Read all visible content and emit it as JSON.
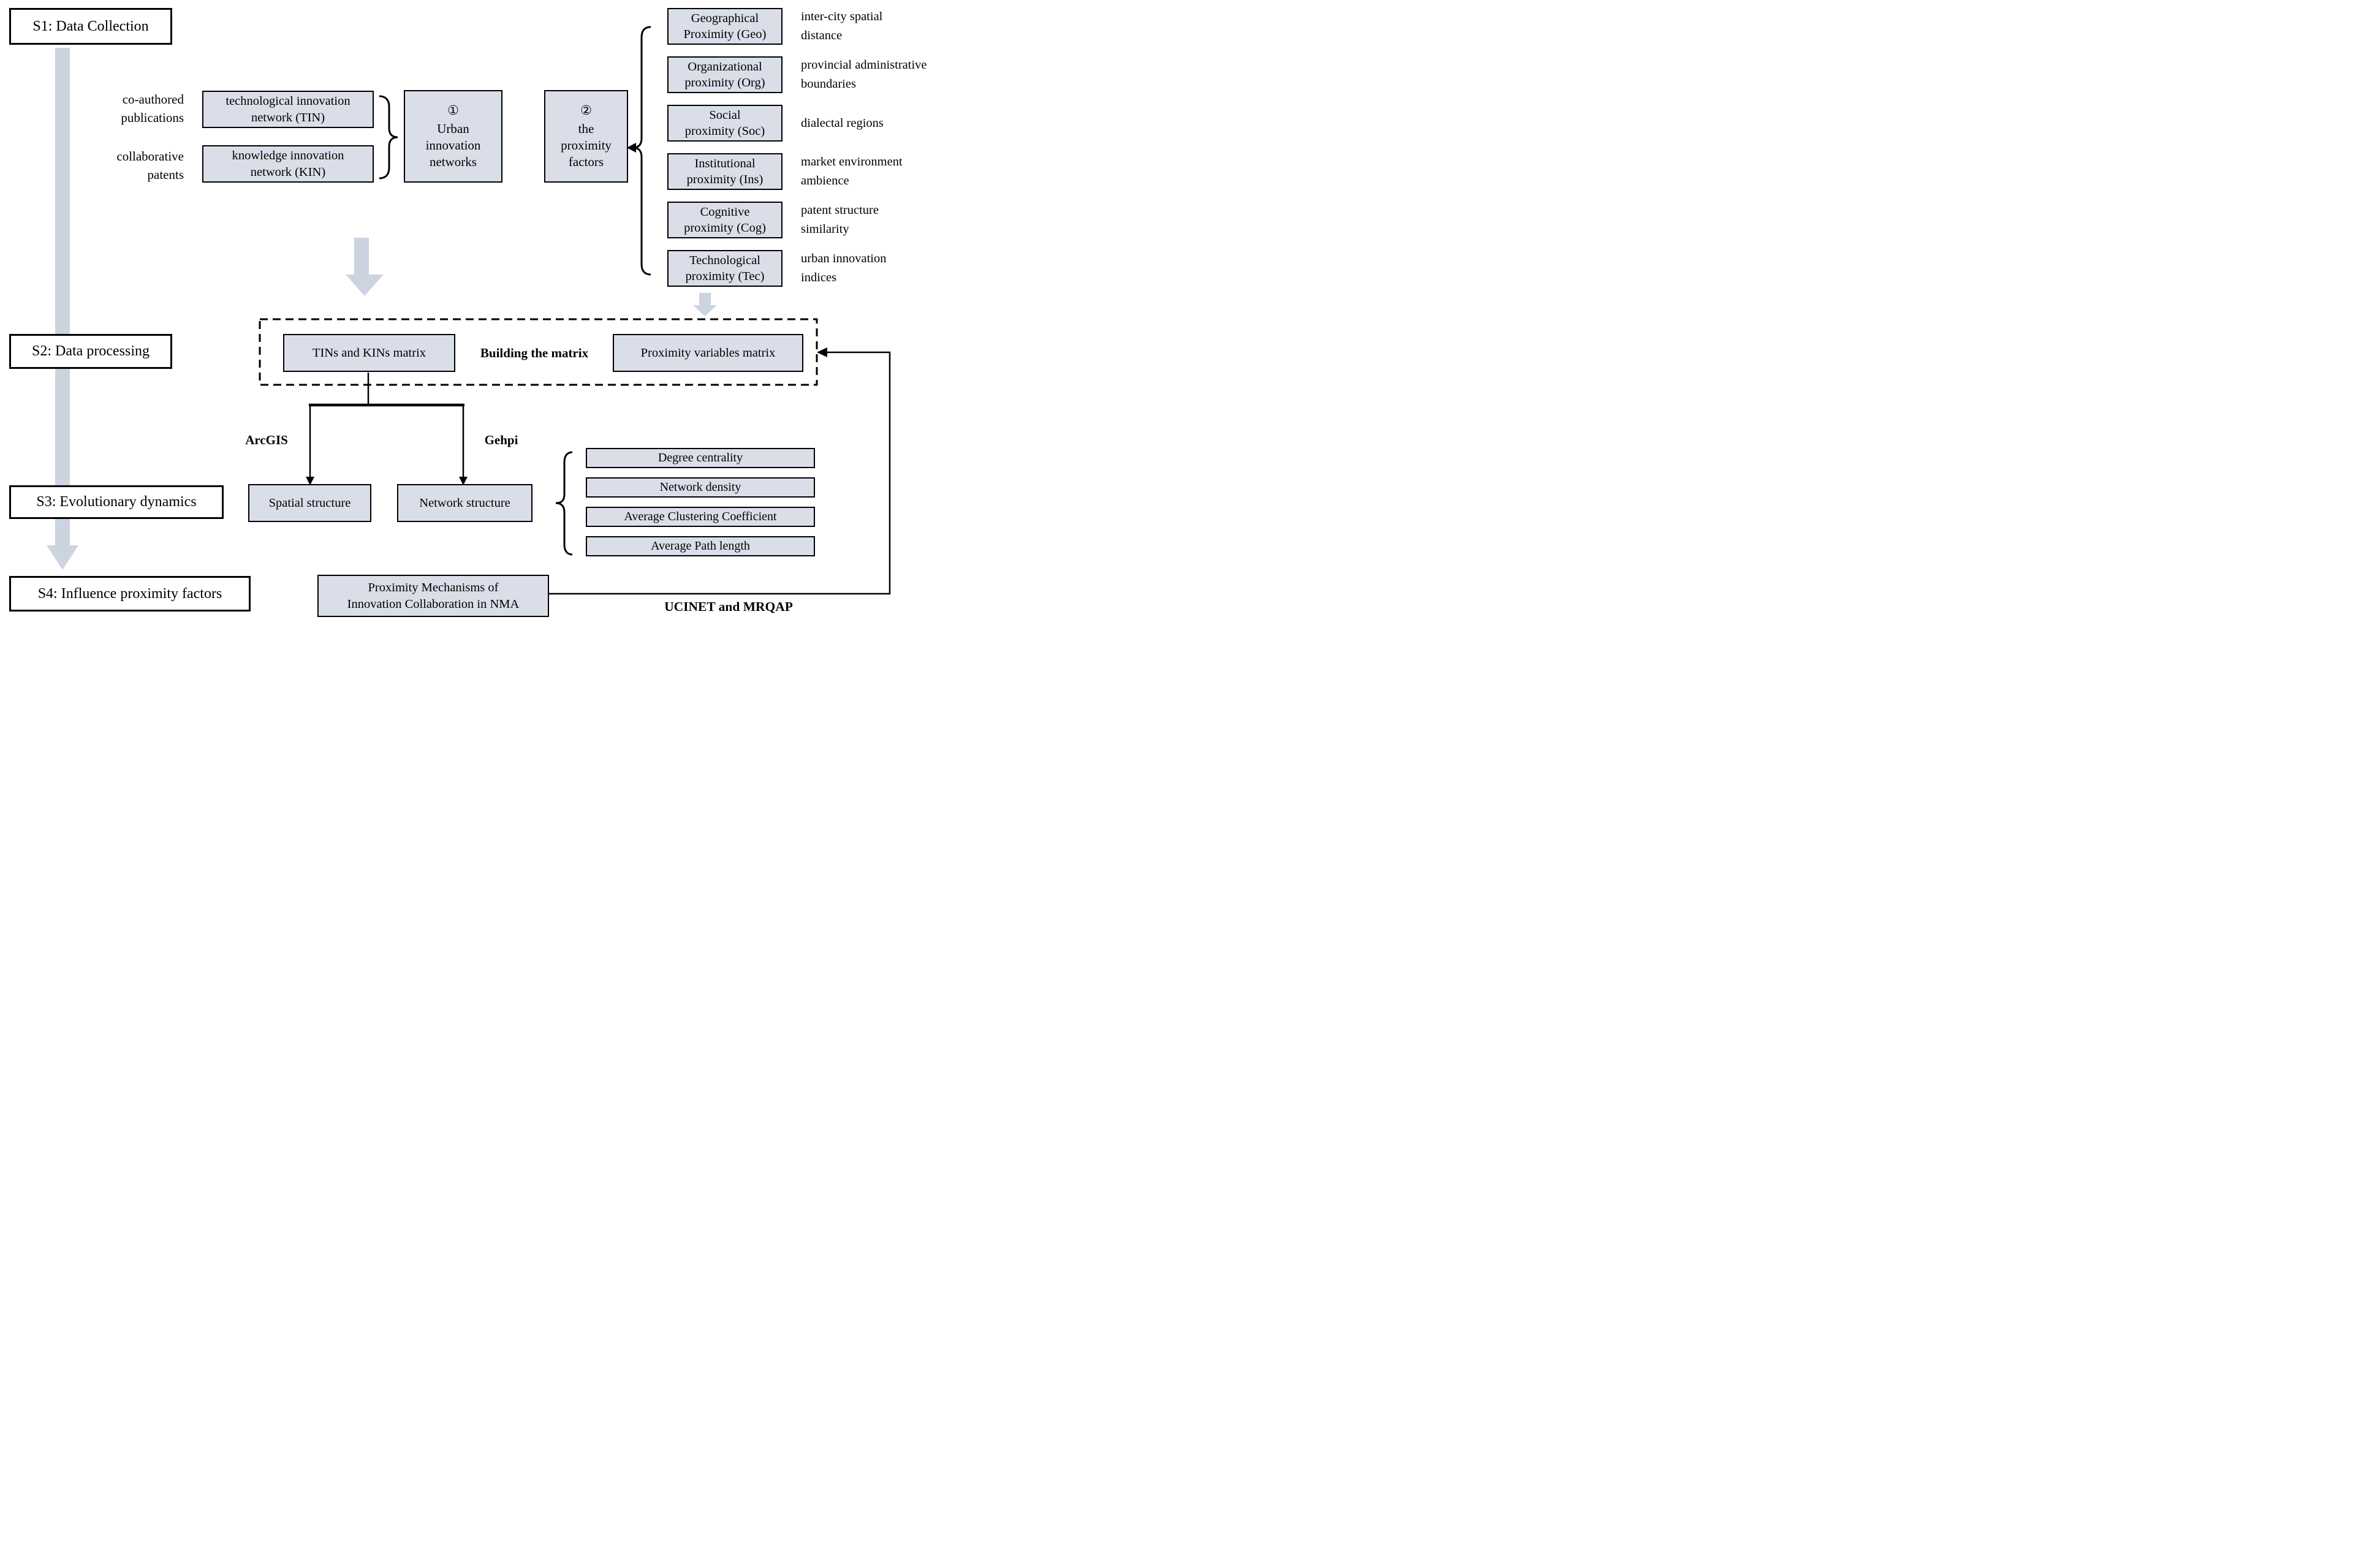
{
  "colors": {
    "box_fill": "#d9dee8",
    "soft_arrow": "#ccd4e0",
    "line": "#000000"
  },
  "stages": {
    "s1": "S1: Data Collection",
    "s2": "S2: Data processing",
    "s3": "S3: Evolutionary dynamics",
    "s4": "S4: Influence proximity factors"
  },
  "collection": {
    "source_labels": [
      "co-authored\npublications",
      "collaborative\npatents"
    ],
    "network_boxes": [
      "technological innovation\nnetwork (TIN)",
      "knowledge innovation\nnetwork (KIN)"
    ],
    "urban_networks": {
      "numeral": "①",
      "label": "Urban\ninnovation\nnetworks"
    },
    "proximity_factors": {
      "numeral": "②",
      "label": "the\nproximity\nfactors"
    },
    "factors": [
      {
        "label": "Geographical\nProximity (Geo)",
        "description": "inter-city spatial\ndistance"
      },
      {
        "label": "Organizational\nproximity (Org)",
        "description": "provincial administrative\nboundaries"
      },
      {
        "label": "Social\nproximity (Soc)",
        "description": "dialectal regions"
      },
      {
        "label": "Institutional\nproximity (Ins)",
        "description": "market environment\nambience"
      },
      {
        "label": "Cognitive\nproximity (Cog)",
        "description": "patent structure\nsimilarity"
      },
      {
        "label": "Technological\nproximity (Tec)",
        "description": "urban innovation\nindices"
      }
    ]
  },
  "processing": {
    "tins_kins_matrix": "TINs and KINs matrix",
    "building_label": "Building the matrix",
    "proximity_matrix": "Proximity variables matrix"
  },
  "dynamics": {
    "arcgis_label": "ArcGIS",
    "gehpi_label": "Gehpi",
    "spatial_box": "Spatial structure",
    "network_box": "Network structure",
    "metrics": [
      "Degree centrality",
      "Network density",
      "Average Clustering Coefficient",
      "Average Path length"
    ]
  },
  "influence": {
    "mechanism_box": "Proximity Mechanisms of\nInnovation Collaboration in NMA",
    "tools_label": "UCINET and MRQAP"
  }
}
